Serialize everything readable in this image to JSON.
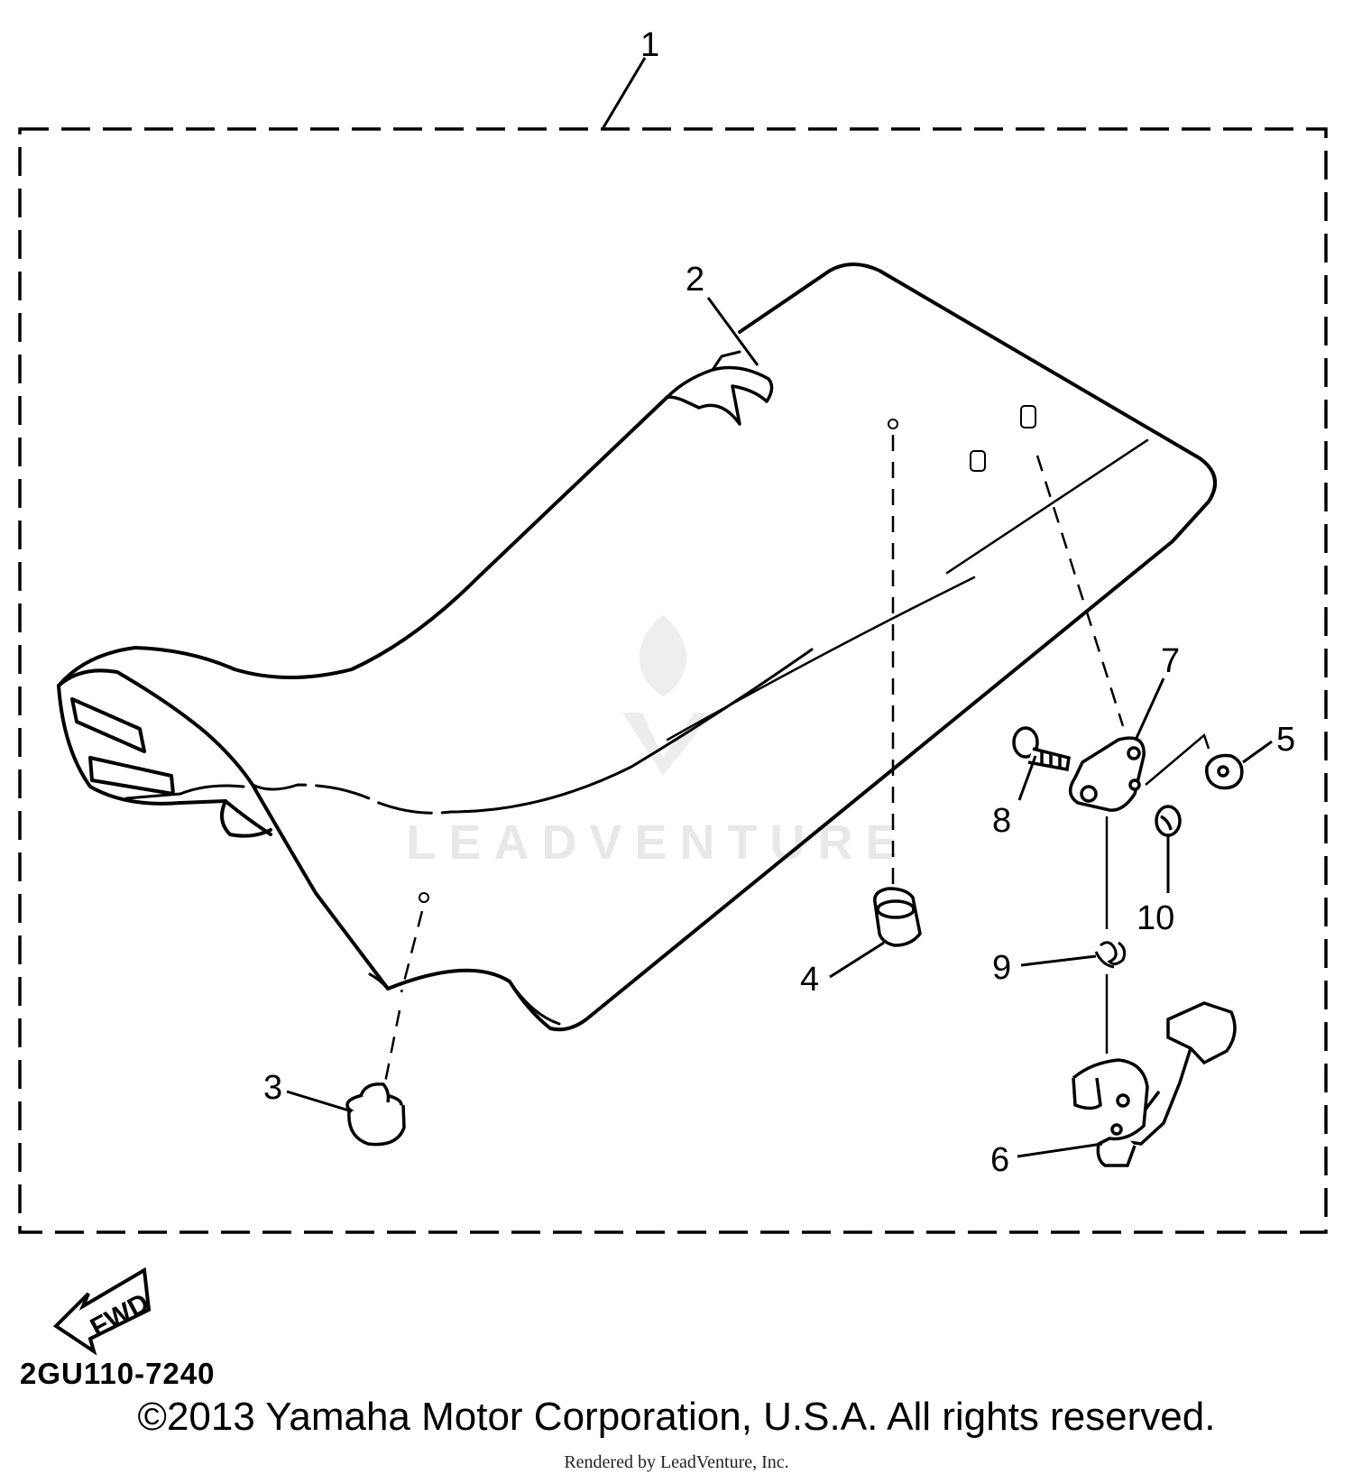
{
  "diagram": {
    "callouts": [
      {
        "id": "1",
        "label": "1"
      },
      {
        "id": "2",
        "label": "2"
      },
      {
        "id": "3",
        "label": "3"
      },
      {
        "id": "4",
        "label": "4"
      },
      {
        "id": "5",
        "label": "5"
      },
      {
        "id": "6",
        "label": "6"
      },
      {
        "id": "7",
        "label": "7"
      },
      {
        "id": "8",
        "label": "8"
      },
      {
        "id": "9",
        "label": "9"
      },
      {
        "id": "10",
        "label": "10"
      }
    ],
    "fwd_label": "FWD",
    "diagram_code": "2GU110-7240",
    "watermark": "LEADVENTURE",
    "copyright": "©2013 Yamaha Motor Corporation, U.S.A. All rights reserved.",
    "rendered_by": "Rendered by LeadVenture, Inc."
  }
}
